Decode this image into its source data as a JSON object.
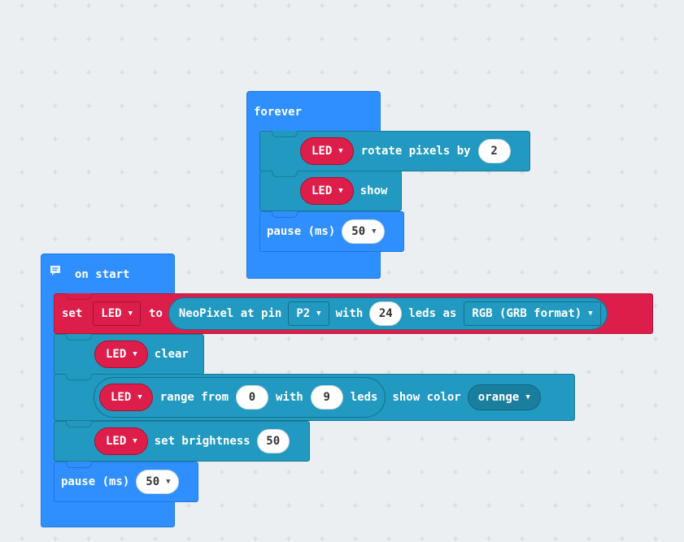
{
  "forever_block": {
    "label": "forever",
    "rotate_var": "LED",
    "rotate_text": "rotate pixels by",
    "rotate_value": "2",
    "show_var": "LED",
    "show_text": "show",
    "pause_text": "pause (ms)",
    "pause_value": "50"
  },
  "on_start_block": {
    "label": "on start",
    "set_text": "set",
    "set_var": "LED",
    "to_text": "to",
    "neopixel_text": "NeoPixel at pin",
    "pin_value": "P2",
    "with_text": "with",
    "leds_count": "24",
    "leds_as_text": "leds as",
    "format_value": "RGB (GRB format)",
    "clear_var": "LED",
    "clear_text": "clear",
    "range_var": "LED",
    "range_from_text": "range from",
    "range_from_value": "0",
    "range_with_text": "with",
    "range_count_value": "9",
    "range_leds_text": "leds",
    "show_color_text": "show color",
    "color_value": "orange",
    "brightness_var": "LED",
    "brightness_text": "set brightness",
    "brightness_value": "50",
    "pause_text": "pause (ms)",
    "pause_value": "50"
  },
  "colors": {
    "canvas": "#eceff1",
    "loops": "#2f8fff",
    "neopixel": "#2199c0",
    "variables": "#dd1e4a"
  }
}
